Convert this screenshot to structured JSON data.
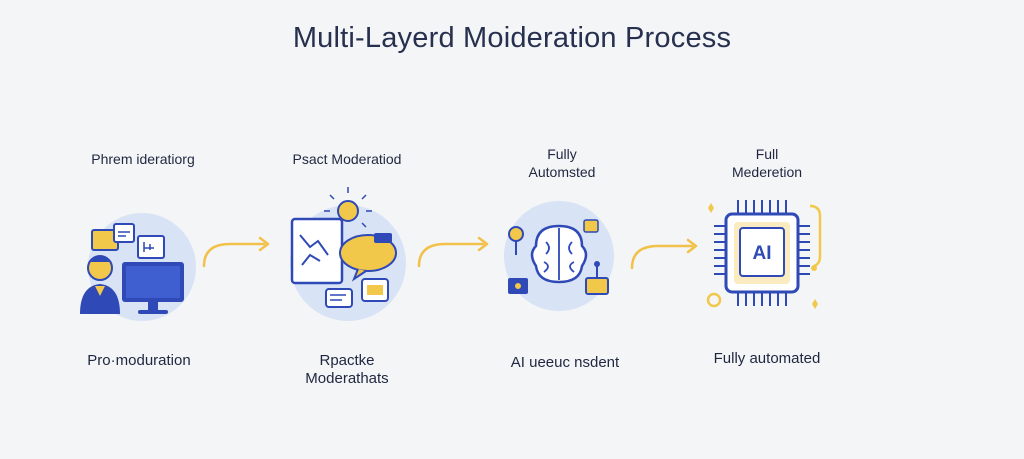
{
  "title": "Multi-Layerd Moideration Process",
  "stages": [
    {
      "top_label": "Phrem ideratiorg",
      "bottom_label": "Pro·moduration"
    },
    {
      "top_label": "Psact Moderatiod",
      "bottom_label_line1": "Rpactke",
      "bottom_label_line2": "Moderathats"
    },
    {
      "top_label_line1": "Fully",
      "top_label_line2": "Automsted",
      "bottom_label": "AI ueeuc nsdent"
    },
    {
      "top_label_line1": "Full",
      "top_label_line2": "Mederetion",
      "bottom_label": "Fully automated",
      "chip_text": "AI"
    }
  ],
  "colors": {
    "accent_blue": "#2f49b6",
    "accent_yellow": "#f2c84b",
    "circle_bg": "#d9e3f6",
    "arrow": "#f2c14a"
  }
}
